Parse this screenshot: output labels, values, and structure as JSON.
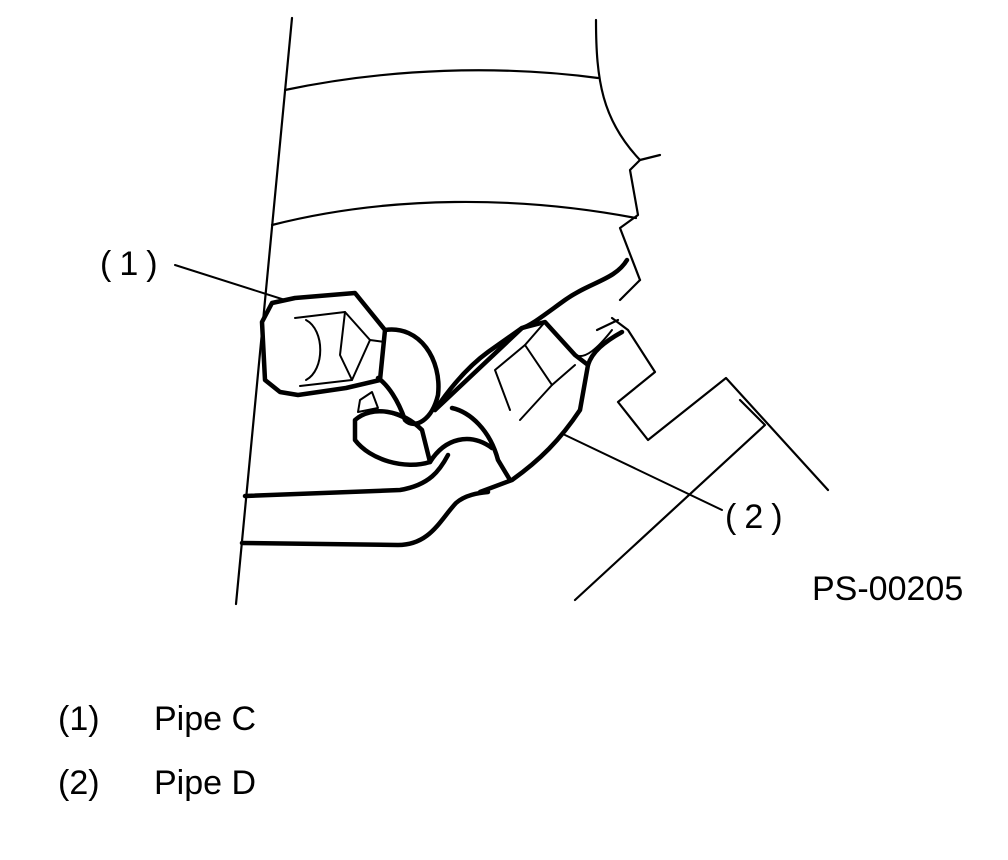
{
  "figure": {
    "id_label": "PS-00205",
    "callouts": [
      {
        "number": "(1)"
      },
      {
        "number": "(2)"
      }
    ],
    "stroke_color": "#000000",
    "background_color": "#ffffff"
  },
  "legend": [
    {
      "number": "(1)",
      "label": "Pipe C"
    },
    {
      "number": "(2)",
      "label": "Pipe D"
    }
  ]
}
